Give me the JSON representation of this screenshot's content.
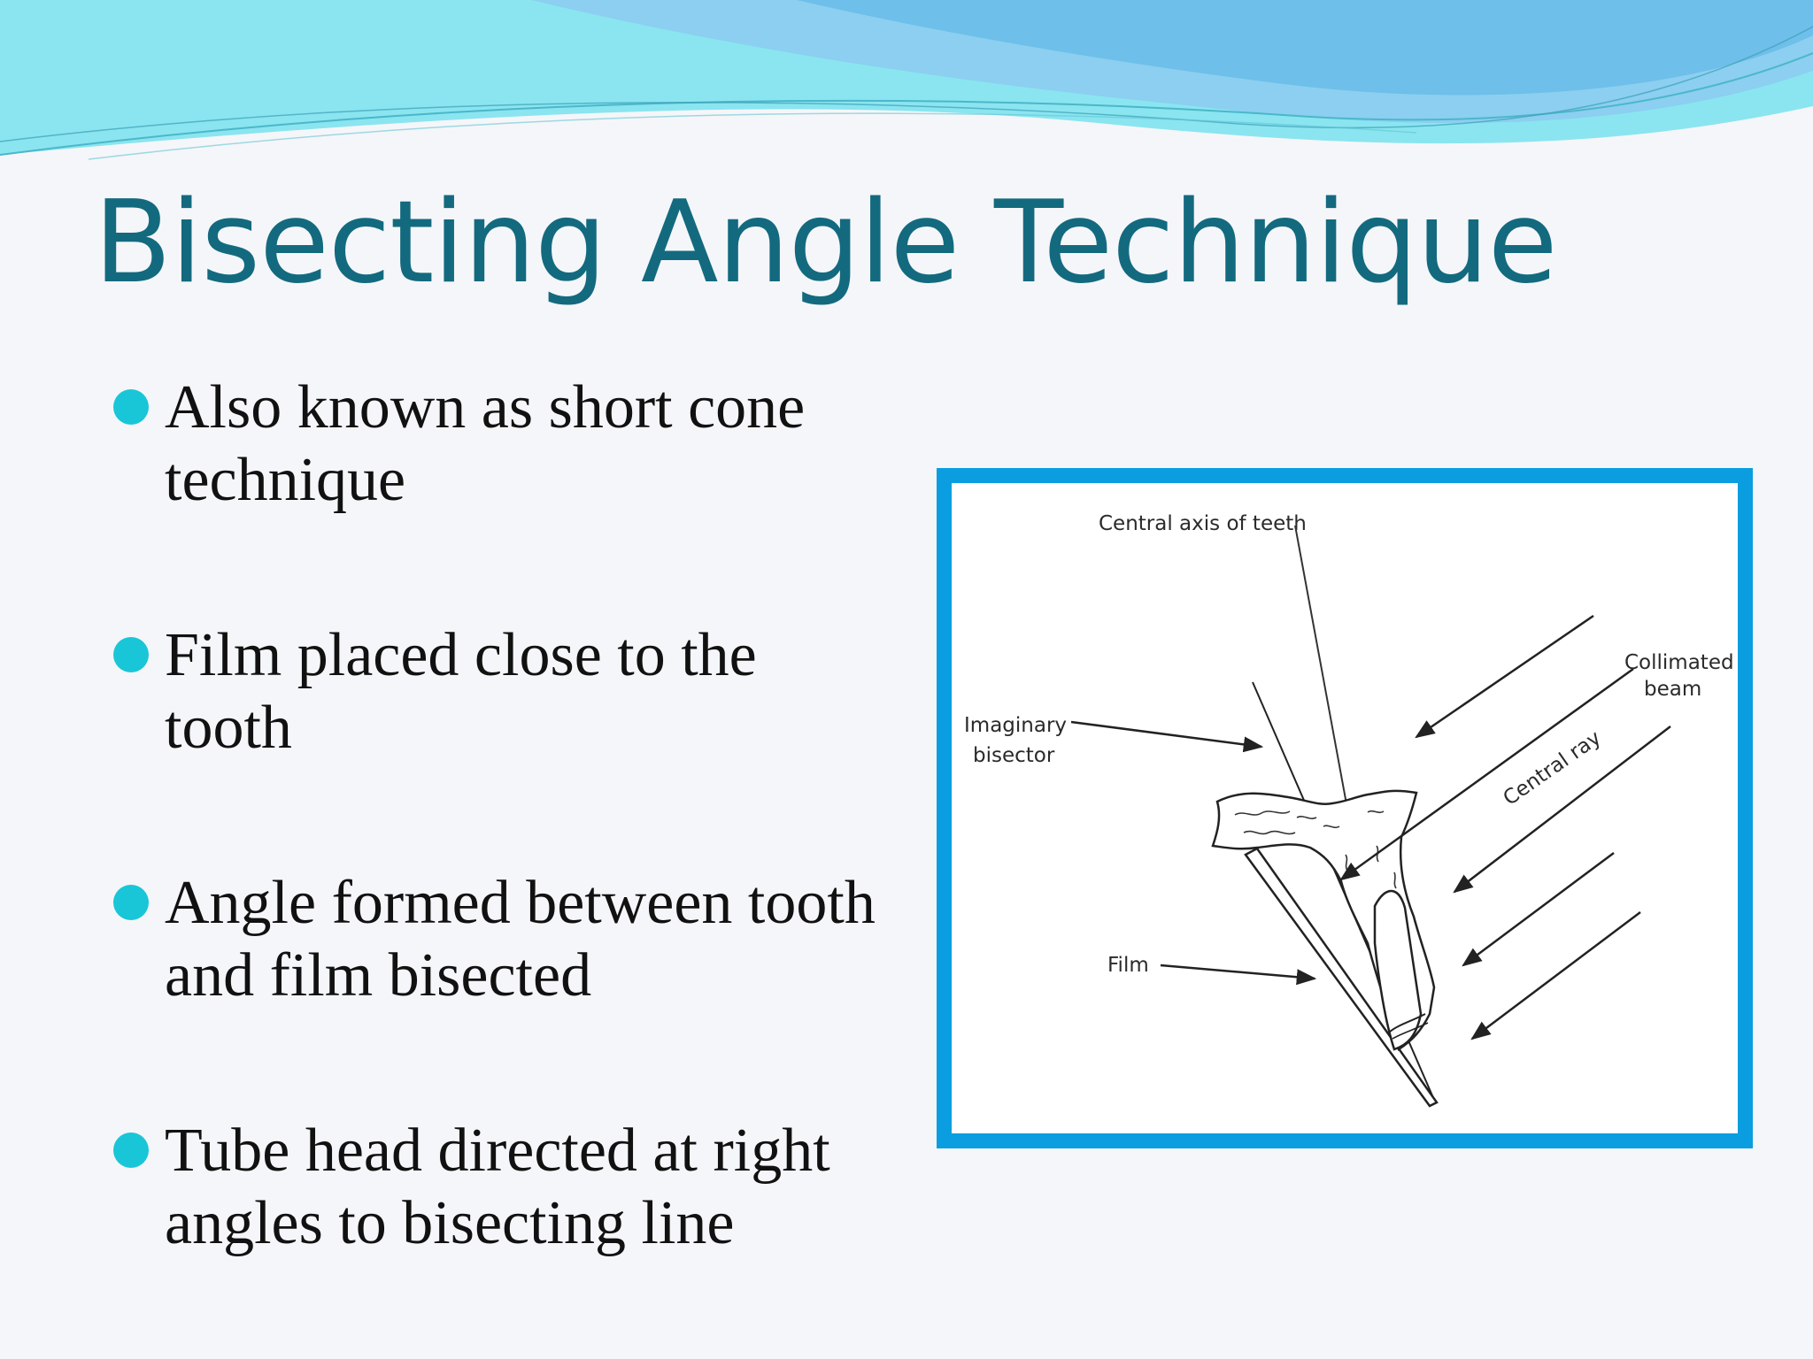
{
  "slide": {
    "title": "Bisecting Angle Technique",
    "bullets": [
      "Also known as short cone technique",
      "Film placed close to the tooth",
      "Angle formed between tooth and film bisected",
      "Tube head directed at right angles to bisecting line"
    ],
    "colors": {
      "title": "#136a7f",
      "bullet_dot": "#19c6d8",
      "frame": "#0a9ee0"
    }
  },
  "figure": {
    "labels": {
      "central_axis": "Central axis of teeth",
      "collimated_1": "Collimated",
      "collimated_2": "beam",
      "imaginary_1": "Imaginary",
      "imaginary_2": "bisector",
      "central_ray": "Central ray",
      "film": "Film"
    }
  }
}
